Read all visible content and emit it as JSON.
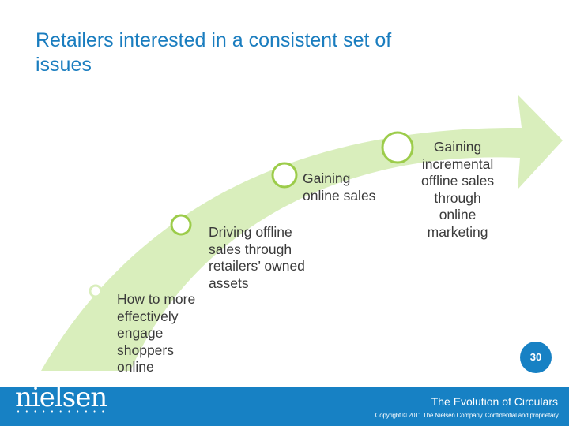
{
  "title": "Retailers interested in a consistent set of issues",
  "steps": [
    {
      "label": "How to more\neffectively\nengage\nshoppers\nonline"
    },
    {
      "label": "Driving offline\nsales through\nretailers’ owned\nassets"
    },
    {
      "label": "Gaining\nonline sales"
    },
    {
      "label": "Gaining\nincremental\noffline sales\nthrough\nonline\nmarketing"
    }
  ],
  "page_number": "30",
  "footer": {
    "logo": "nielsen",
    "presentation_title": "The Evolution of Circulars",
    "copyright": "Copyright © 2011 The Nielsen Company. Confidential and proprietary."
  },
  "colors": {
    "arrow_fill": "#d9eebc",
    "circle_stroke": "#9ccc4a",
    "brand_blue": "#1781c4",
    "title_blue": "#1a7dbf"
  }
}
